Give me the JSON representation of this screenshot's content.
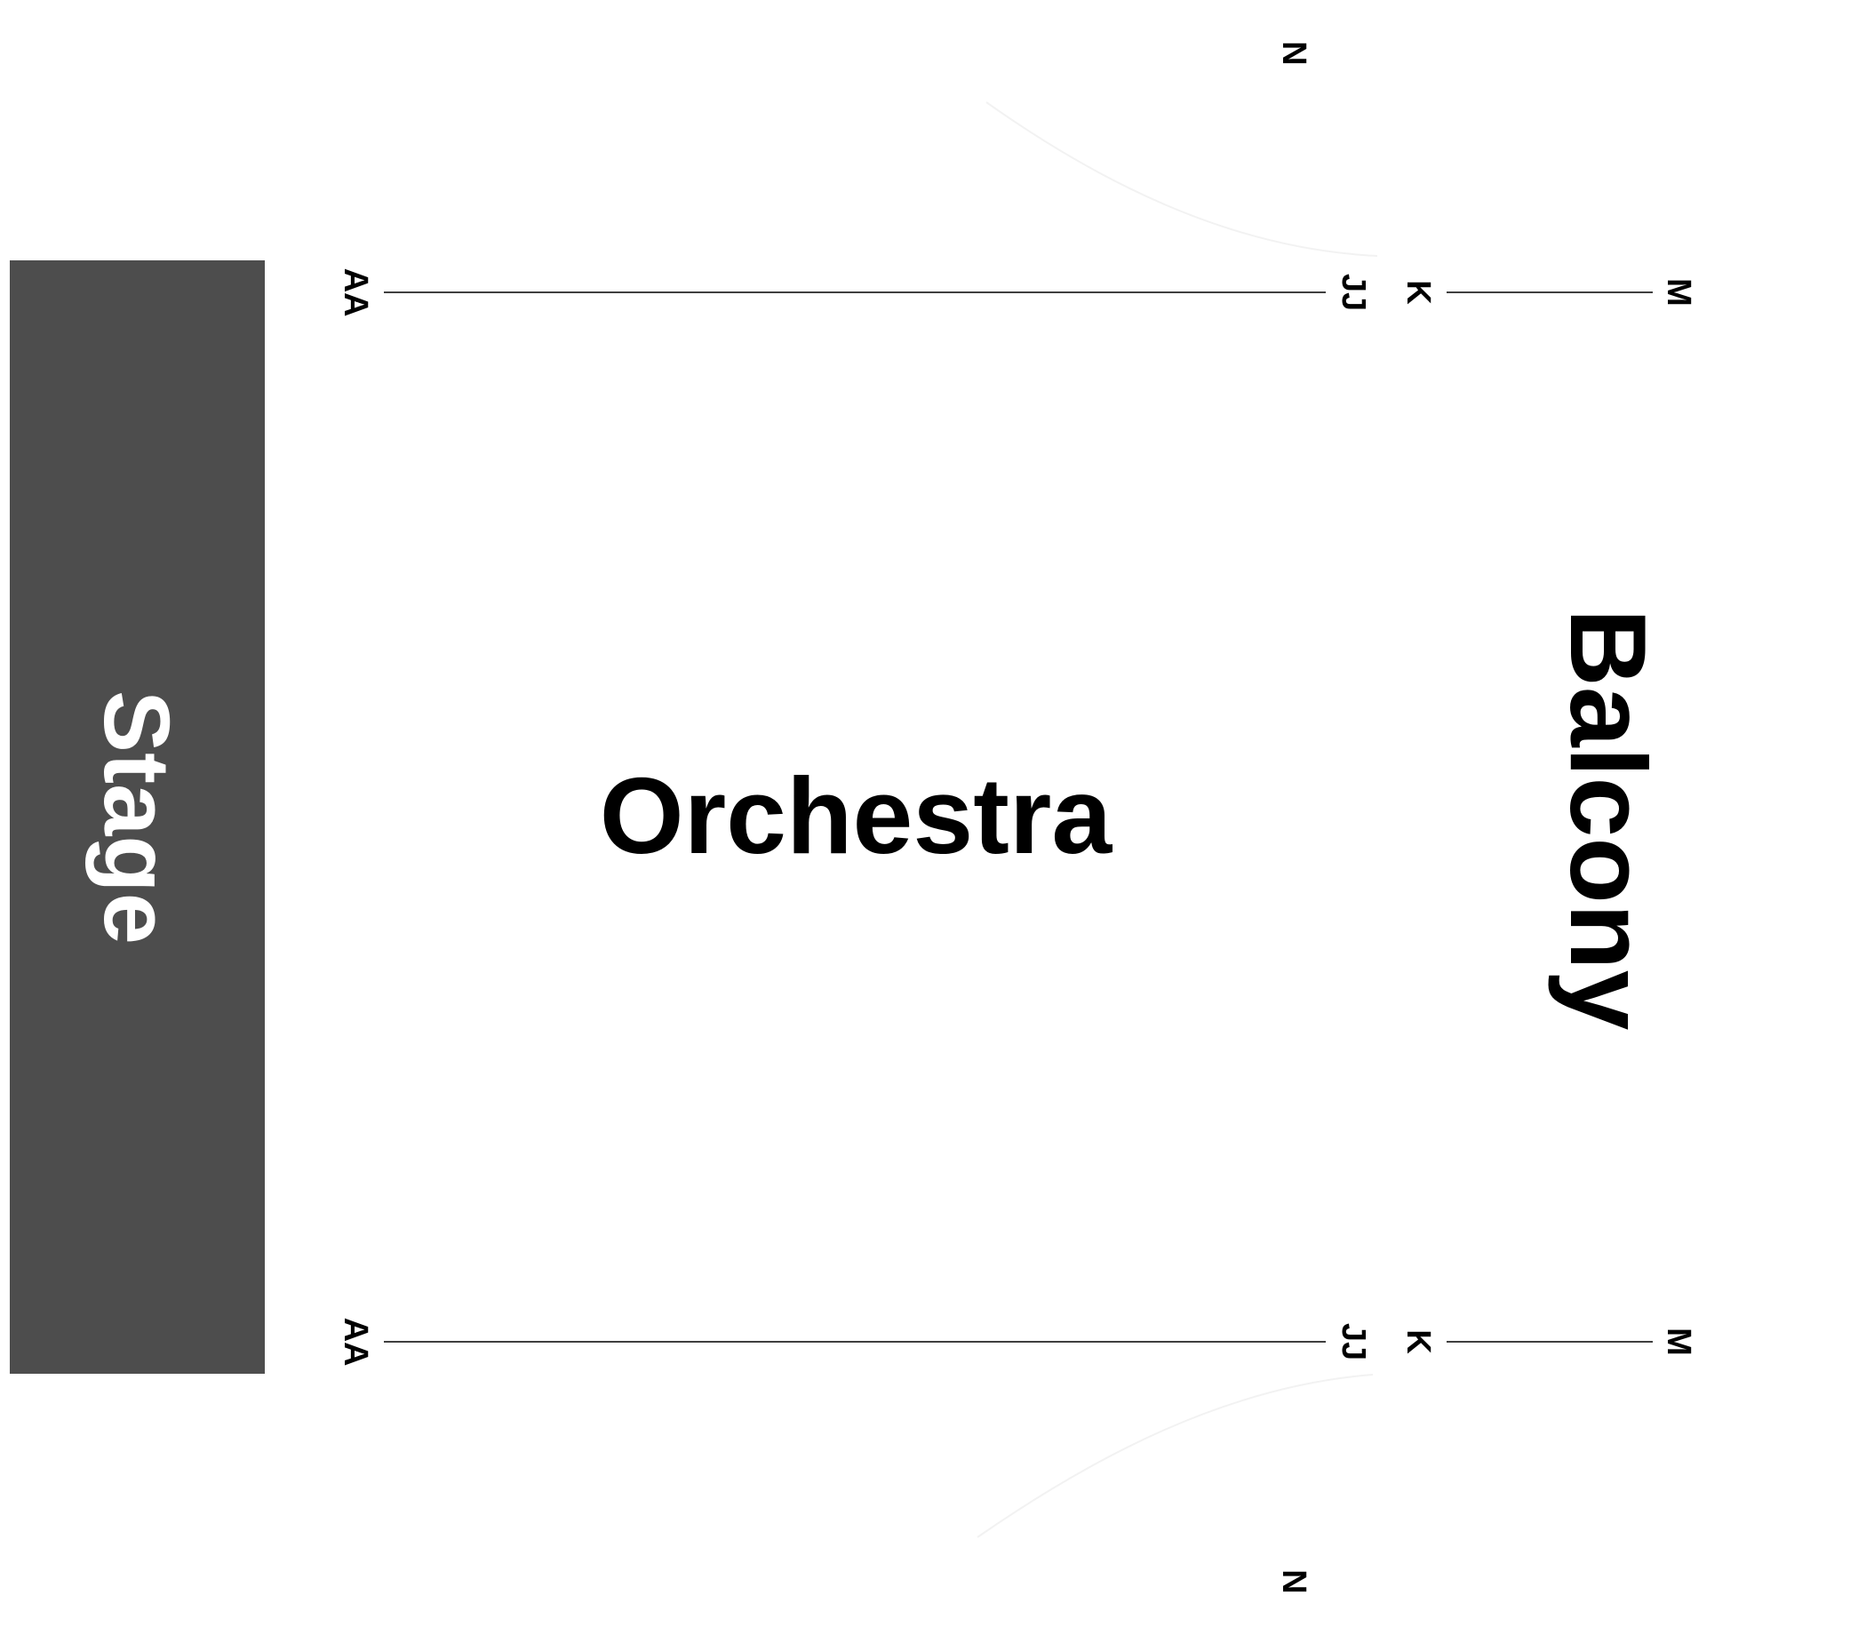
{
  "stage": {
    "label": "Stage",
    "color": "#4d4d4d",
    "text_color": "#ffffff"
  },
  "sections": {
    "orchestra": {
      "label": "Orchestra"
    },
    "balcony": {
      "label": "Balcony"
    }
  },
  "rows": {
    "orchestra_first": "AA",
    "orchestra_last": "JJ",
    "balcony_first": "K",
    "balcony_last": "M",
    "side_box": "N"
  },
  "colors": {
    "text": "#000000",
    "line": "#000000",
    "background": "#ffffff"
  }
}
